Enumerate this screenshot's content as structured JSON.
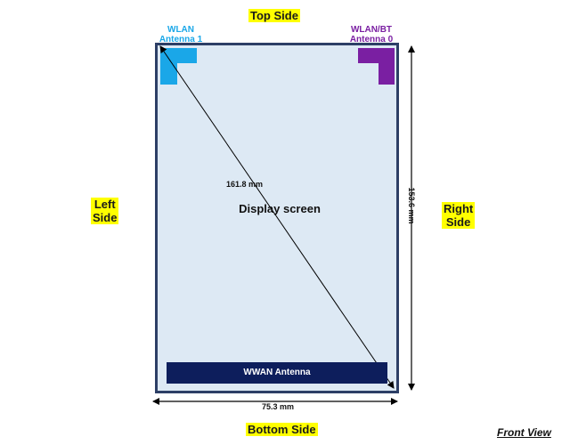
{
  "sides": {
    "top": "Top Side",
    "bottom": "Bottom Side",
    "left_line1": "Left",
    "left_line2": "Side",
    "right_line1": "Right",
    "right_line2": "Side"
  },
  "antennas": {
    "wlan1_line1": "WLAN",
    "wlan1_line2": "Antenna 1",
    "wlanbt0_line1": "WLAN/BT",
    "wlanbt0_line2": "Antenna 0",
    "wwan": "WWAN Antenna"
  },
  "display_label": "Display screen",
  "dimensions": {
    "diagonal": "161.8 mm",
    "height": "153.6 mm",
    "width": "75.3 mm"
  },
  "view_label": "Front View",
  "colors": {
    "highlight": "#ffff00",
    "wlan_antenna": "#1aa7e8",
    "wlanbt_antenna": "#7a1fa2",
    "wwan_antenna": "#0d1e5c",
    "screen": "#dde9f4",
    "frame": "#2d3f66"
  }
}
